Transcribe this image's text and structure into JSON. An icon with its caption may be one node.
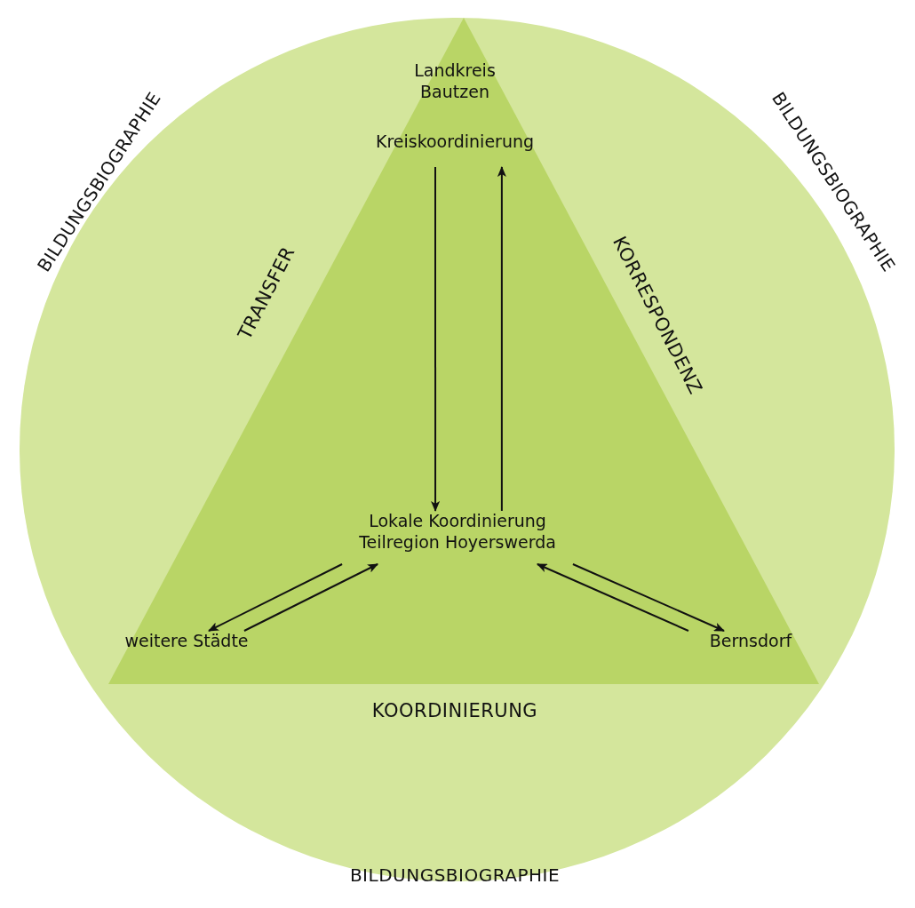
{
  "diagram": {
    "nodes": [
      {
        "text": [
          "BILDUNGSBIOGRAPHIE",
          "BILDUNGSBIOGRAPHIE",
          "BILDUNGSBIOGRAPHIE"
        ]
      },
      {
        "text": [
          "TRANSFER",
          "KORRESPONDENZ",
          "KOORDINIERUNG"
        ],
        "in": 0
      },
      {
        "text": [
          "Landkreis Bautzen",
          "Kreiskoordinierung"
        ],
        "in": 1
      },
      {
        "text": [
          "Lokale Koordinierung Teilregion Hoyerswerda"
        ],
        "in": 1
      },
      {
        "text": [
          "weitere Städte"
        ],
        "in": 1
      },
      {
        "text": [
          "Bernsdorf"
        ],
        "in": 1
      }
    ],
    "edges": [
      {
        "from": 2,
        "to": 3,
        "arrow": "to"
      },
      {
        "from": 3,
        "to": 2,
        "arrow": "to"
      },
      {
        "from": 3,
        "to": 4,
        "arrow": "to"
      },
      {
        "from": 4,
        "to": 3,
        "arrow": "to"
      },
      {
        "from": 3,
        "to": 5,
        "arrow": "to"
      },
      {
        "from": 5,
        "to": 3,
        "arrow": "to"
      }
    ]
  }
}
